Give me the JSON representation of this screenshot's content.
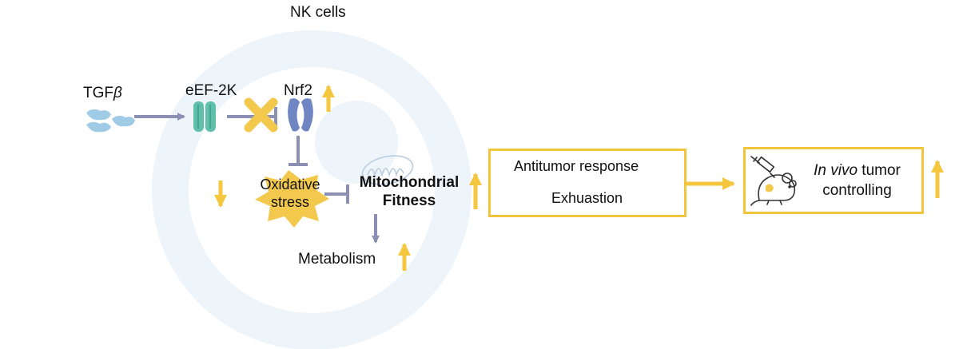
{
  "title": "NK cells",
  "nodes": {
    "tgfb": {
      "text": "TGF",
      "symbol": "β"
    },
    "eef2k": "eEF-2K",
    "nrf2": "Nrf2",
    "oxidative_stress": {
      "line1": "Oxidative",
      "line2": "stress"
    },
    "mito_fitness": {
      "line1": "Mitochondrial",
      "line2": "Fitness"
    },
    "metabolism": "Metabolism"
  },
  "outcome_box": {
    "antitumor": "Antitumor response",
    "exhaustion": "Exhuastion"
  },
  "invivo_box": {
    "italic": "In vivo",
    "rest": " tumor",
    "line2": "controlling"
  },
  "colors": {
    "yellow_arrow": "#f4c73e",
    "box_border": "#f2c53d",
    "pathway_arrow": "#8c8fb4",
    "cell_ring": "#eaf3f8",
    "eef2k_channel": "#5fbfab",
    "nrf2_channel": "#6f86c2",
    "up_blue": "#7b8fc4",
    "down_red": "#8e2a35",
    "tgfb_blob": "#9fcbe6",
    "block_x": "#f2c94c"
  },
  "icons": [
    "inhibit-x-icon",
    "mitochondrion-icon",
    "mouse-syringe-icon"
  ]
}
